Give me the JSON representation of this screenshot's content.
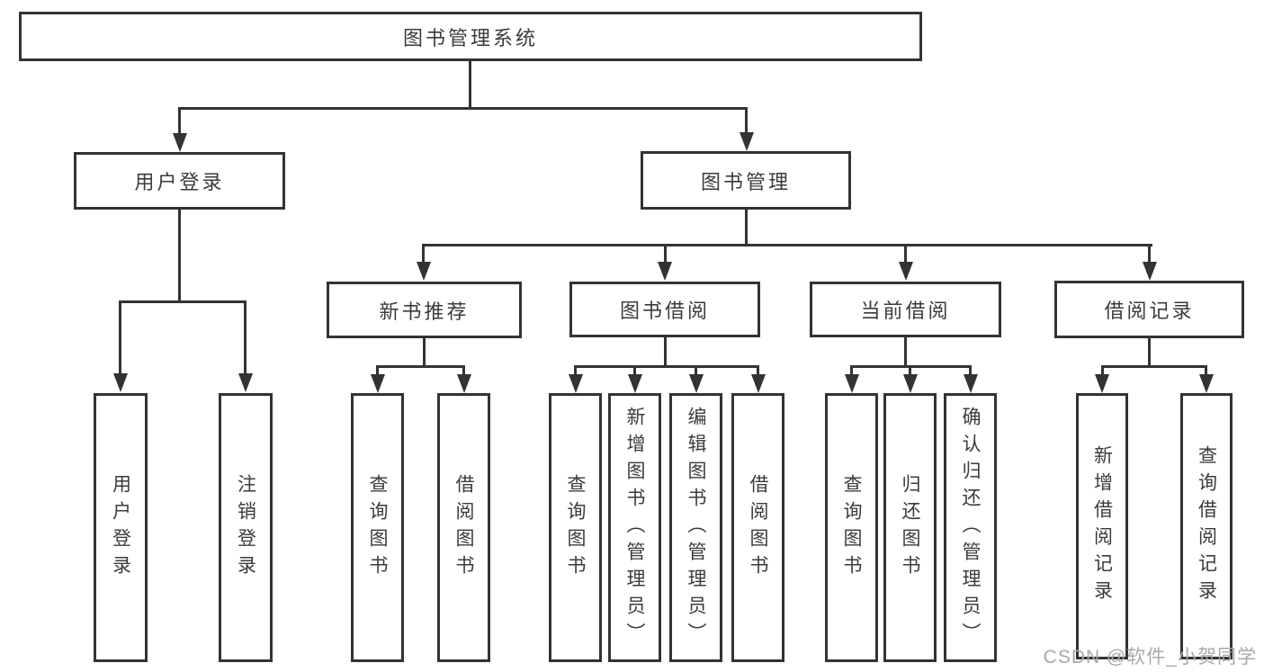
{
  "nodes": {
    "root": "图书管理系统",
    "user_login": "用户登录",
    "book_mgmt": "图书管理",
    "new_books": "新书推荐",
    "book_borrow": "图书借阅",
    "current_borrow": "当前借阅",
    "borrow_records": "借阅记录",
    "leaf_user_login": "用户登录",
    "leaf_logout": "注销登录",
    "leaf_nb_query": "查询图书",
    "leaf_nb_borrow": "借阅图书",
    "leaf_bb_query": "查询图书",
    "leaf_bb_add": "新增图书（管理员）",
    "leaf_bb_edit": "编辑图书（管理员）",
    "leaf_bb_borrow": "借阅图书",
    "leaf_cb_query": "查询图书",
    "leaf_cb_return": "归还图书",
    "leaf_cb_confirm": "确认归还（管理员）",
    "leaf_br_add": "新增借阅记录",
    "leaf_br_query": "查询借阅记录"
  },
  "structure": [
    {
      "parent": "图书管理系统",
      "children": [
        "用户登录",
        "图书管理"
      ]
    },
    {
      "parent": "用户登录",
      "children": [
        "用户登录",
        "注销登录"
      ]
    },
    {
      "parent": "图书管理",
      "children": [
        "新书推荐",
        "图书借阅",
        "当前借阅",
        "借阅记录"
      ]
    },
    {
      "parent": "新书推荐",
      "children": [
        "查询图书",
        "借阅图书"
      ]
    },
    {
      "parent": "图书借阅",
      "children": [
        "查询图书",
        "新增图书（管理员）",
        "编辑图书（管理员）",
        "借阅图书"
      ]
    },
    {
      "parent": "当前借阅",
      "children": [
        "查询图书",
        "归还图书",
        "确认归还（管理员）"
      ]
    },
    {
      "parent": "借阅记录",
      "children": [
        "新增借阅记录",
        "查询借阅记录"
      ]
    }
  ],
  "watermark": {
    "text": "CSDN @软件_小贺同学"
  },
  "colors": {
    "line": "#333333",
    "text": "#3b3b3b",
    "background": "#ffffff",
    "watermark": "#a8a8a8"
  }
}
